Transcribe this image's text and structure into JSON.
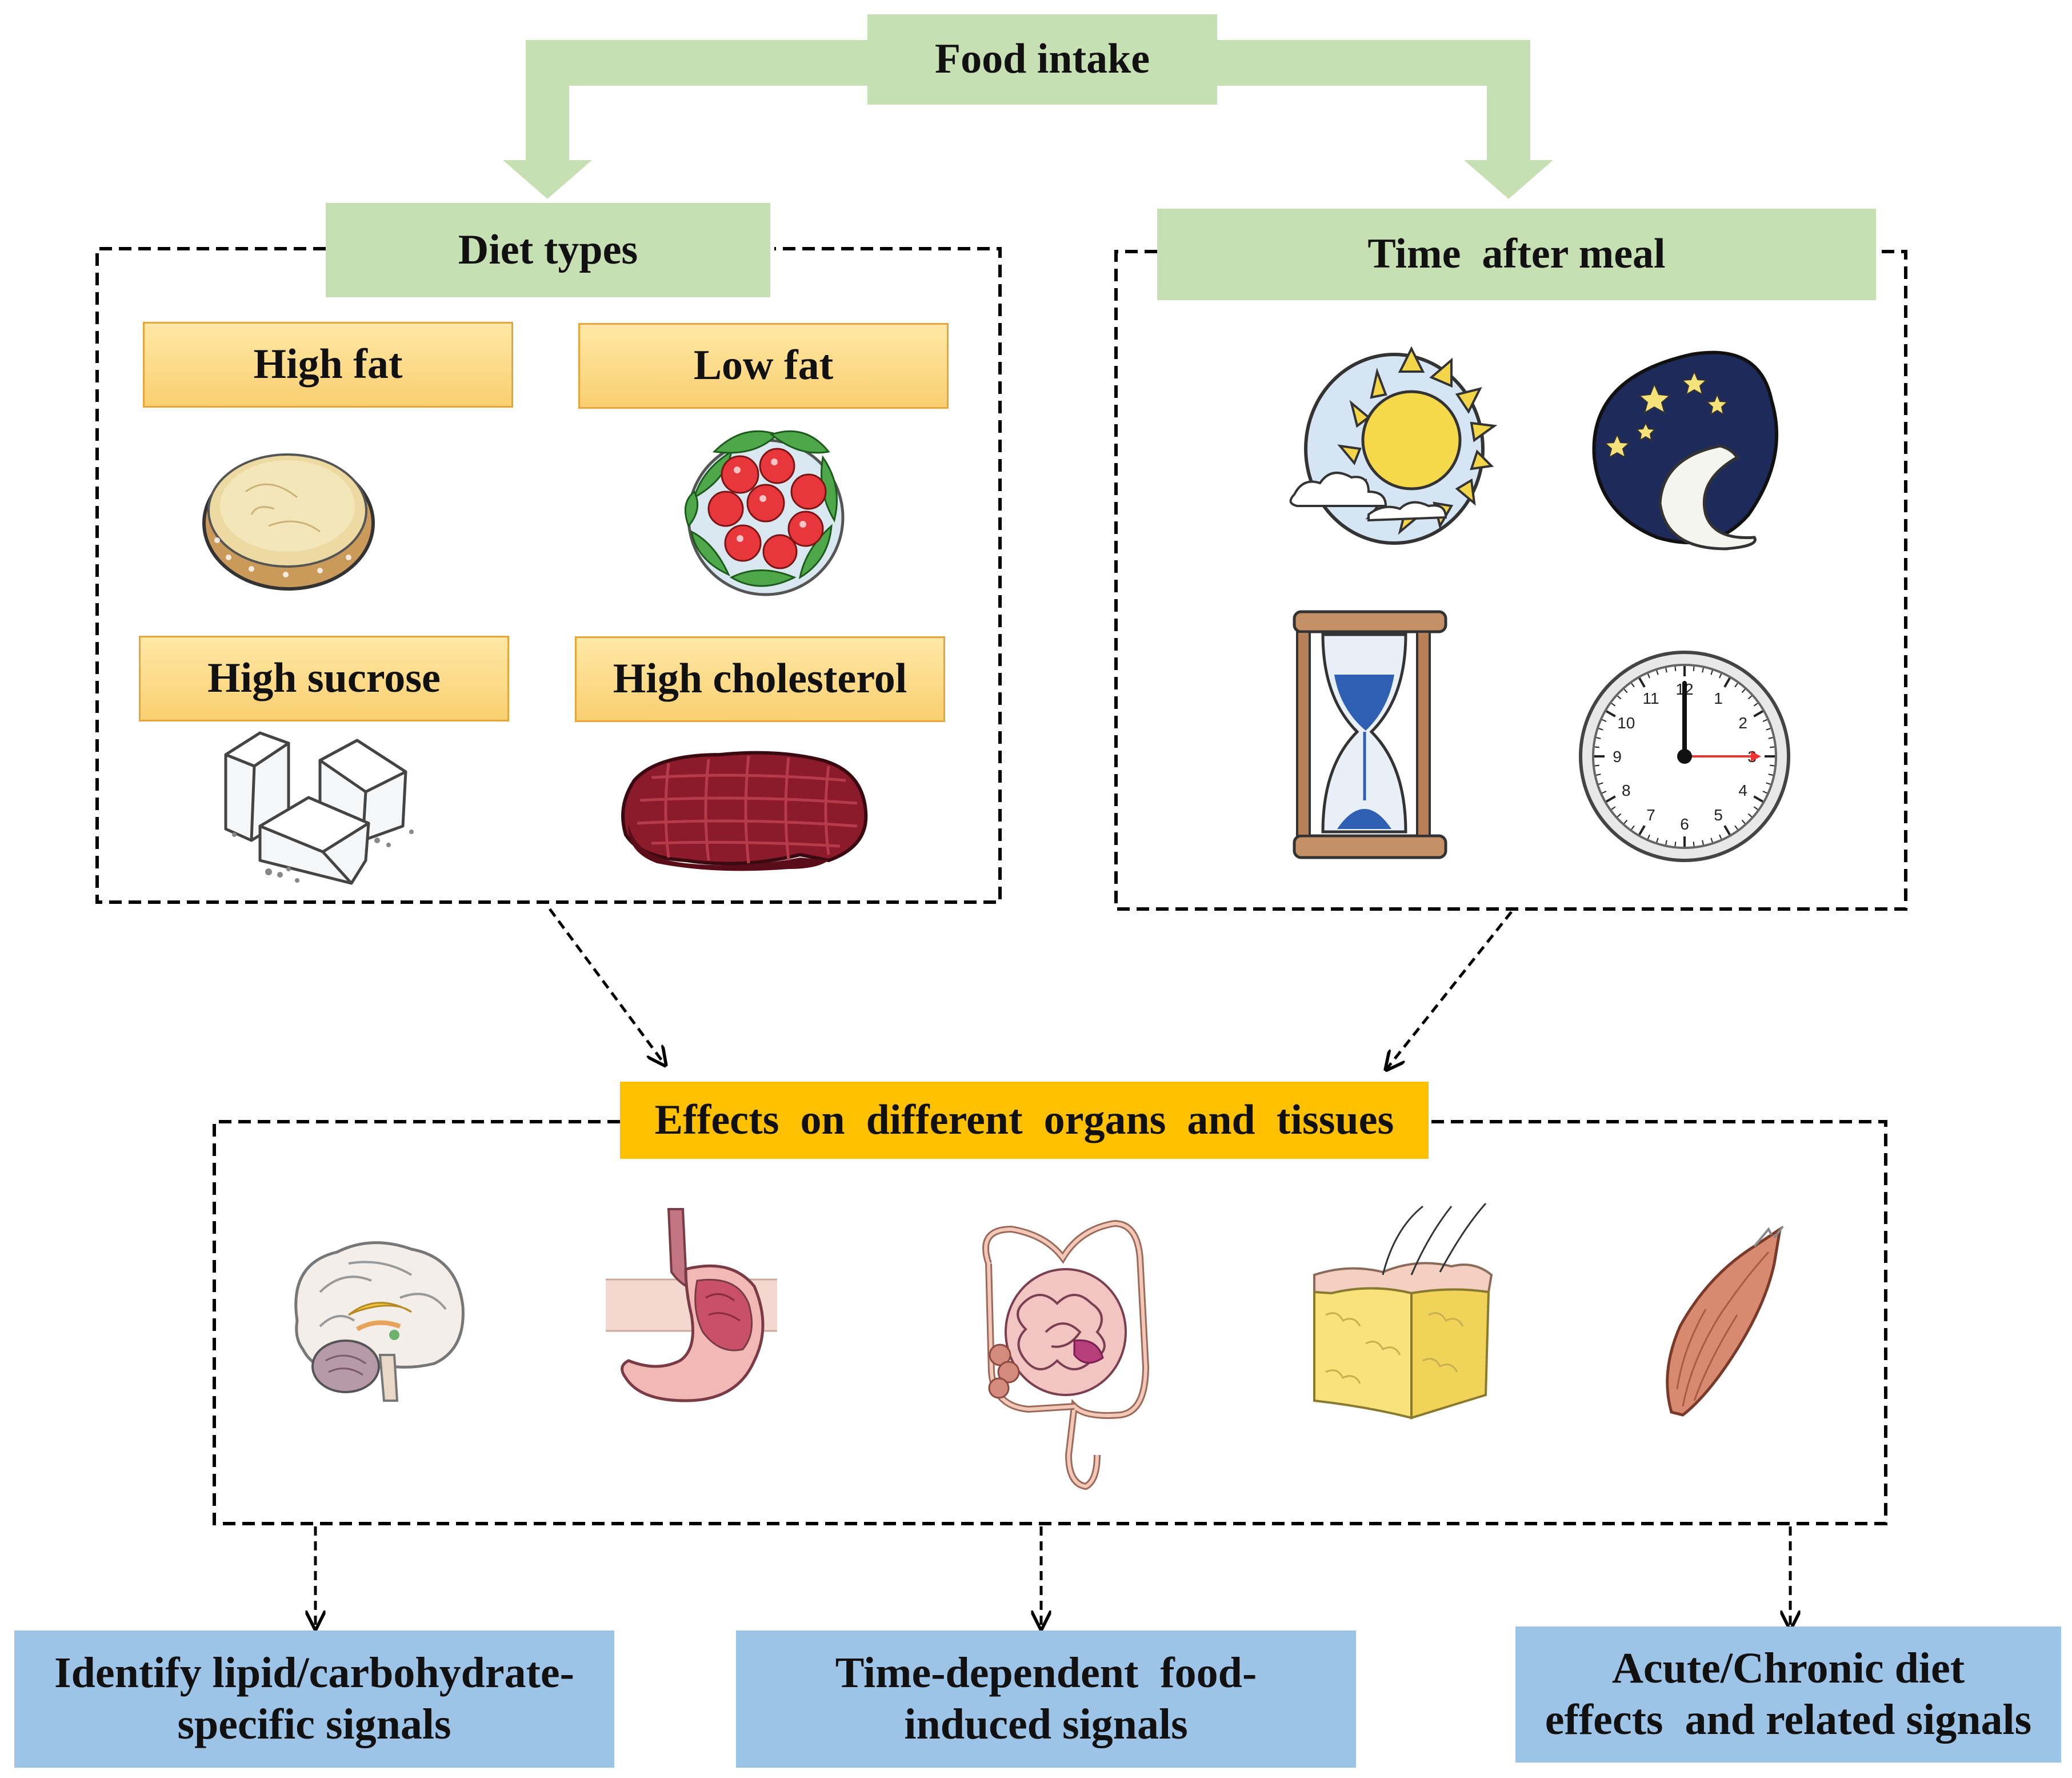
{
  "top": {
    "title": "Food intake"
  },
  "diet": {
    "title": "Diet types",
    "items": [
      {
        "label": "High fat",
        "icon": "butter-icon"
      },
      {
        "label": "Low fat",
        "icon": "salad-icon"
      },
      {
        "label": "High sucrose",
        "icon": "sugar-cubes-icon"
      },
      {
        "label": "High cholesterol",
        "icon": "red-meat-icon"
      }
    ]
  },
  "time": {
    "title": "Time  after meal",
    "icons": [
      "day-sun-icon",
      "night-moon-icon",
      "hourglass-icon",
      "clock-icon"
    ],
    "clock_numbers": [
      "12",
      "1",
      "2",
      "3",
      "4",
      "5",
      "6",
      "7",
      "8",
      "9",
      "10",
      "11"
    ]
  },
  "effects": {
    "title": "Effects  on  different  organs  and  tissues",
    "organs": [
      "brain-icon",
      "stomach-icon",
      "intestine-icon",
      "adipose-skin-icon",
      "muscle-icon"
    ]
  },
  "outcomes": [
    {
      "line1": "Identify lipid/carbohydrate-",
      "line2": "specific signals"
    },
    {
      "line1": "Time-dependent  food-",
      "line2": "induced signals"
    },
    {
      "line1": "Acute/Chronic diet",
      "line2": "effects  and related signals"
    }
  ],
  "colors": {
    "green_box": "#c6e0b4",
    "orange_box": "#fbd67a",
    "gold_box": "#ffc000",
    "blue_box": "#9dc3e6"
  }
}
